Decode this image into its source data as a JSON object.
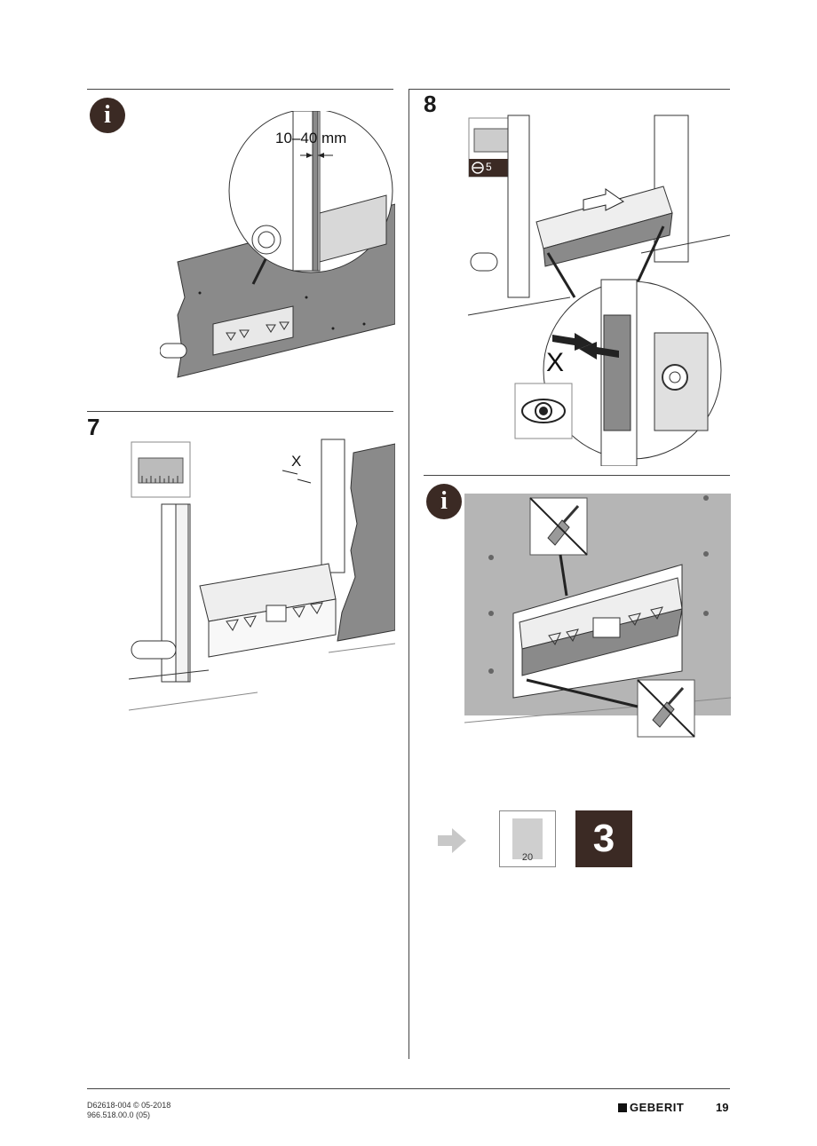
{
  "steps": {
    "info1": {
      "icon": "info-icon",
      "dimension_label": "10–40 mm"
    },
    "step7": {
      "number": "7",
      "gap_label": "X"
    },
    "step8": {
      "number": "8",
      "tool_size": "5",
      "gap_label": "X",
      "eye_icon": "eye-icon"
    },
    "info2": {
      "icon": "info-icon"
    }
  },
  "reference": {
    "arrow_icon": "arrow-right-icon",
    "page_ref": "20",
    "next_step": "3"
  },
  "footer": {
    "doc_code": "D62618-004 © 05-2018",
    "part_code": "966.518.00.0 (05)",
    "brand": "GEBERIT",
    "page_number": "19"
  },
  "colors": {
    "panel_gray": "#8a8a8a",
    "dark_brown": "#3b2a24",
    "wall_gray": "#b5b5b5"
  }
}
